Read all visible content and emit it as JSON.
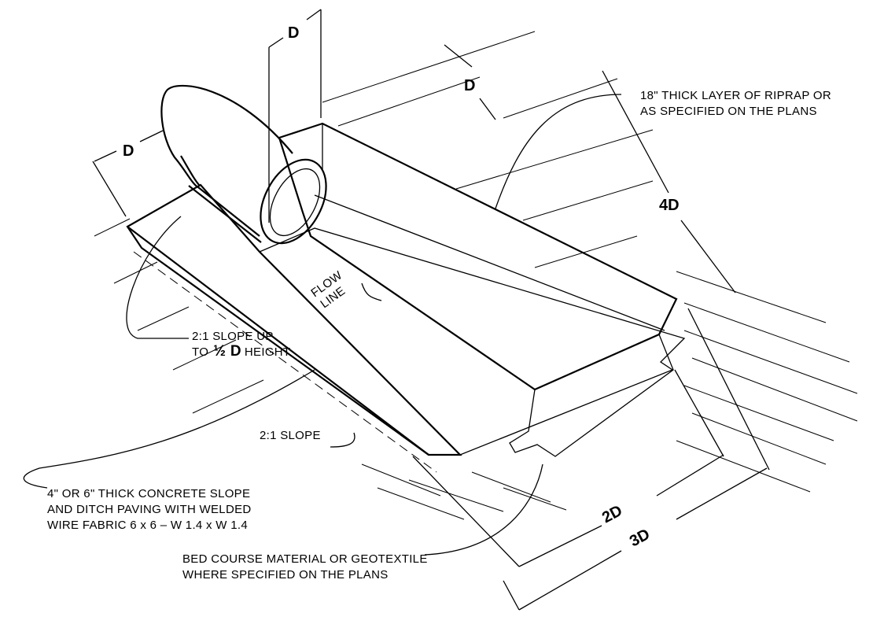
{
  "labels": {
    "riprap_line1": "18\" THICK LAYER OF RIPRAP OR",
    "riprap_line2": "AS SPECIFIED ON THE PLANS",
    "flow_line1": "FLOW",
    "flow_line2": "LINE",
    "slope_up_line1": "2:1 SLOPE UP",
    "slope_up_line2_prefix": "TO",
    "slope_up_line2_value": "½ D",
    "slope_up_line2_suffix": "HEIGHT",
    "slope": "2:1 SLOPE",
    "concrete_line1": "4\" OR 6\" THICK CONCRETE SLOPE",
    "concrete_line2": "AND DITCH PAVING WITH WELDED",
    "concrete_line3": "WIRE FABRIC 6 x 6 – W 1.4 x W 1.4",
    "bed_line1": "BED COURSE MATERIAL OR GEOTEXTILE",
    "bed_line2": "WHERE SPECIFIED ON THE PLANS"
  },
  "dimensions": {
    "pipe_diameter_top": "D",
    "pipe_diameter_side": "D",
    "riprap_offset": "D",
    "riprap_width": "4D",
    "length_2d": "2D",
    "length_3d": "3D"
  }
}
